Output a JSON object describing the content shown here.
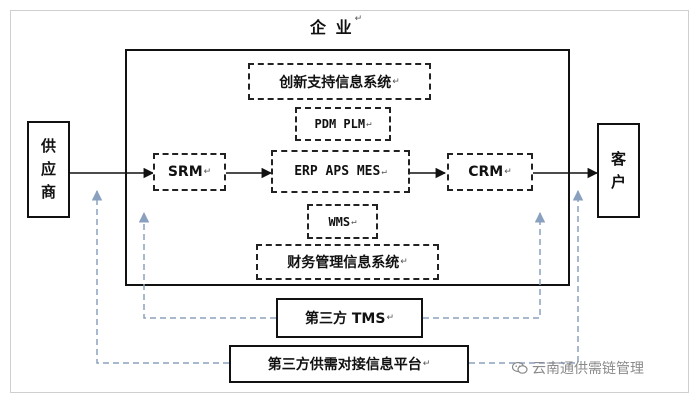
{
  "enterprise": {
    "title": "企 业"
  },
  "external": {
    "supplier": [
      "供",
      "应",
      "商"
    ],
    "customer": [
      "客",
      "户"
    ]
  },
  "systems": {
    "innovation": "创新支持信息系统",
    "pdm_plm": "PDM PLM",
    "srm": "SRM",
    "erp_aps_mes": "ERP APS MES",
    "crm": "CRM",
    "wms": "WMS",
    "finance": "财务管理信息系统"
  },
  "third_party": {
    "tms": "第三方 TMS",
    "platform": "第三方供需对接信息平台"
  },
  "watermark": {
    "text": "云南通供需链管理",
    "icon": "wechat-logo-icon"
  },
  "colors": {
    "line": "#111111",
    "dashed_blue": "#8aa0bf",
    "watermark": "#8a8a8a"
  }
}
